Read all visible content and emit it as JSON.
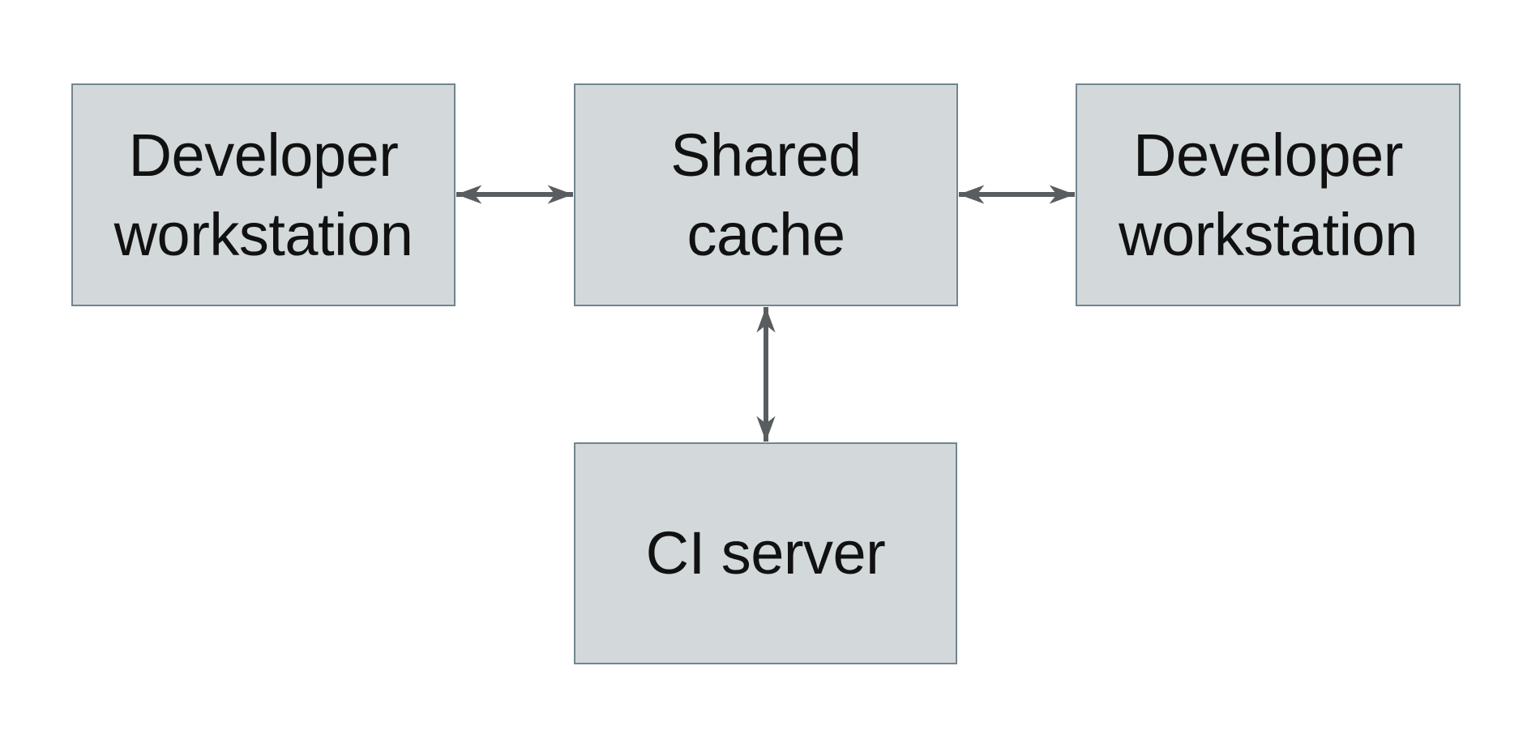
{
  "diagram": {
    "type": "architecture-diagram",
    "background": "#ffffff",
    "colors": {
      "background": "#ffffff",
      "node_fill": "#d3d9db",
      "node_border": "#72858e",
      "arrow": "#595d5f",
      "text": "#111111"
    },
    "nodes": {
      "dev_left": {
        "label": "Developer workstation",
        "line1": "Developer",
        "line2": "workstation"
      },
      "shared_cache": {
        "label": "Shared cache",
        "line1": "Shared",
        "line2": "cache"
      },
      "dev_right": {
        "label": "Developer workstation",
        "line1": "Developer",
        "line2": "workstation"
      },
      "ci_server": {
        "label": "CI server",
        "line1": "CI server"
      }
    },
    "edges": [
      {
        "from": "Developer workstation (left)",
        "to": "Shared cache",
        "type": "bidirectional-arrow"
      },
      {
        "from": "Shared cache",
        "to": "Developer workstation (right)",
        "type": "bidirectional-arrow"
      },
      {
        "from": "Shared cache",
        "to": "CI server",
        "type": "bidirectional-arrow"
      }
    ]
  }
}
